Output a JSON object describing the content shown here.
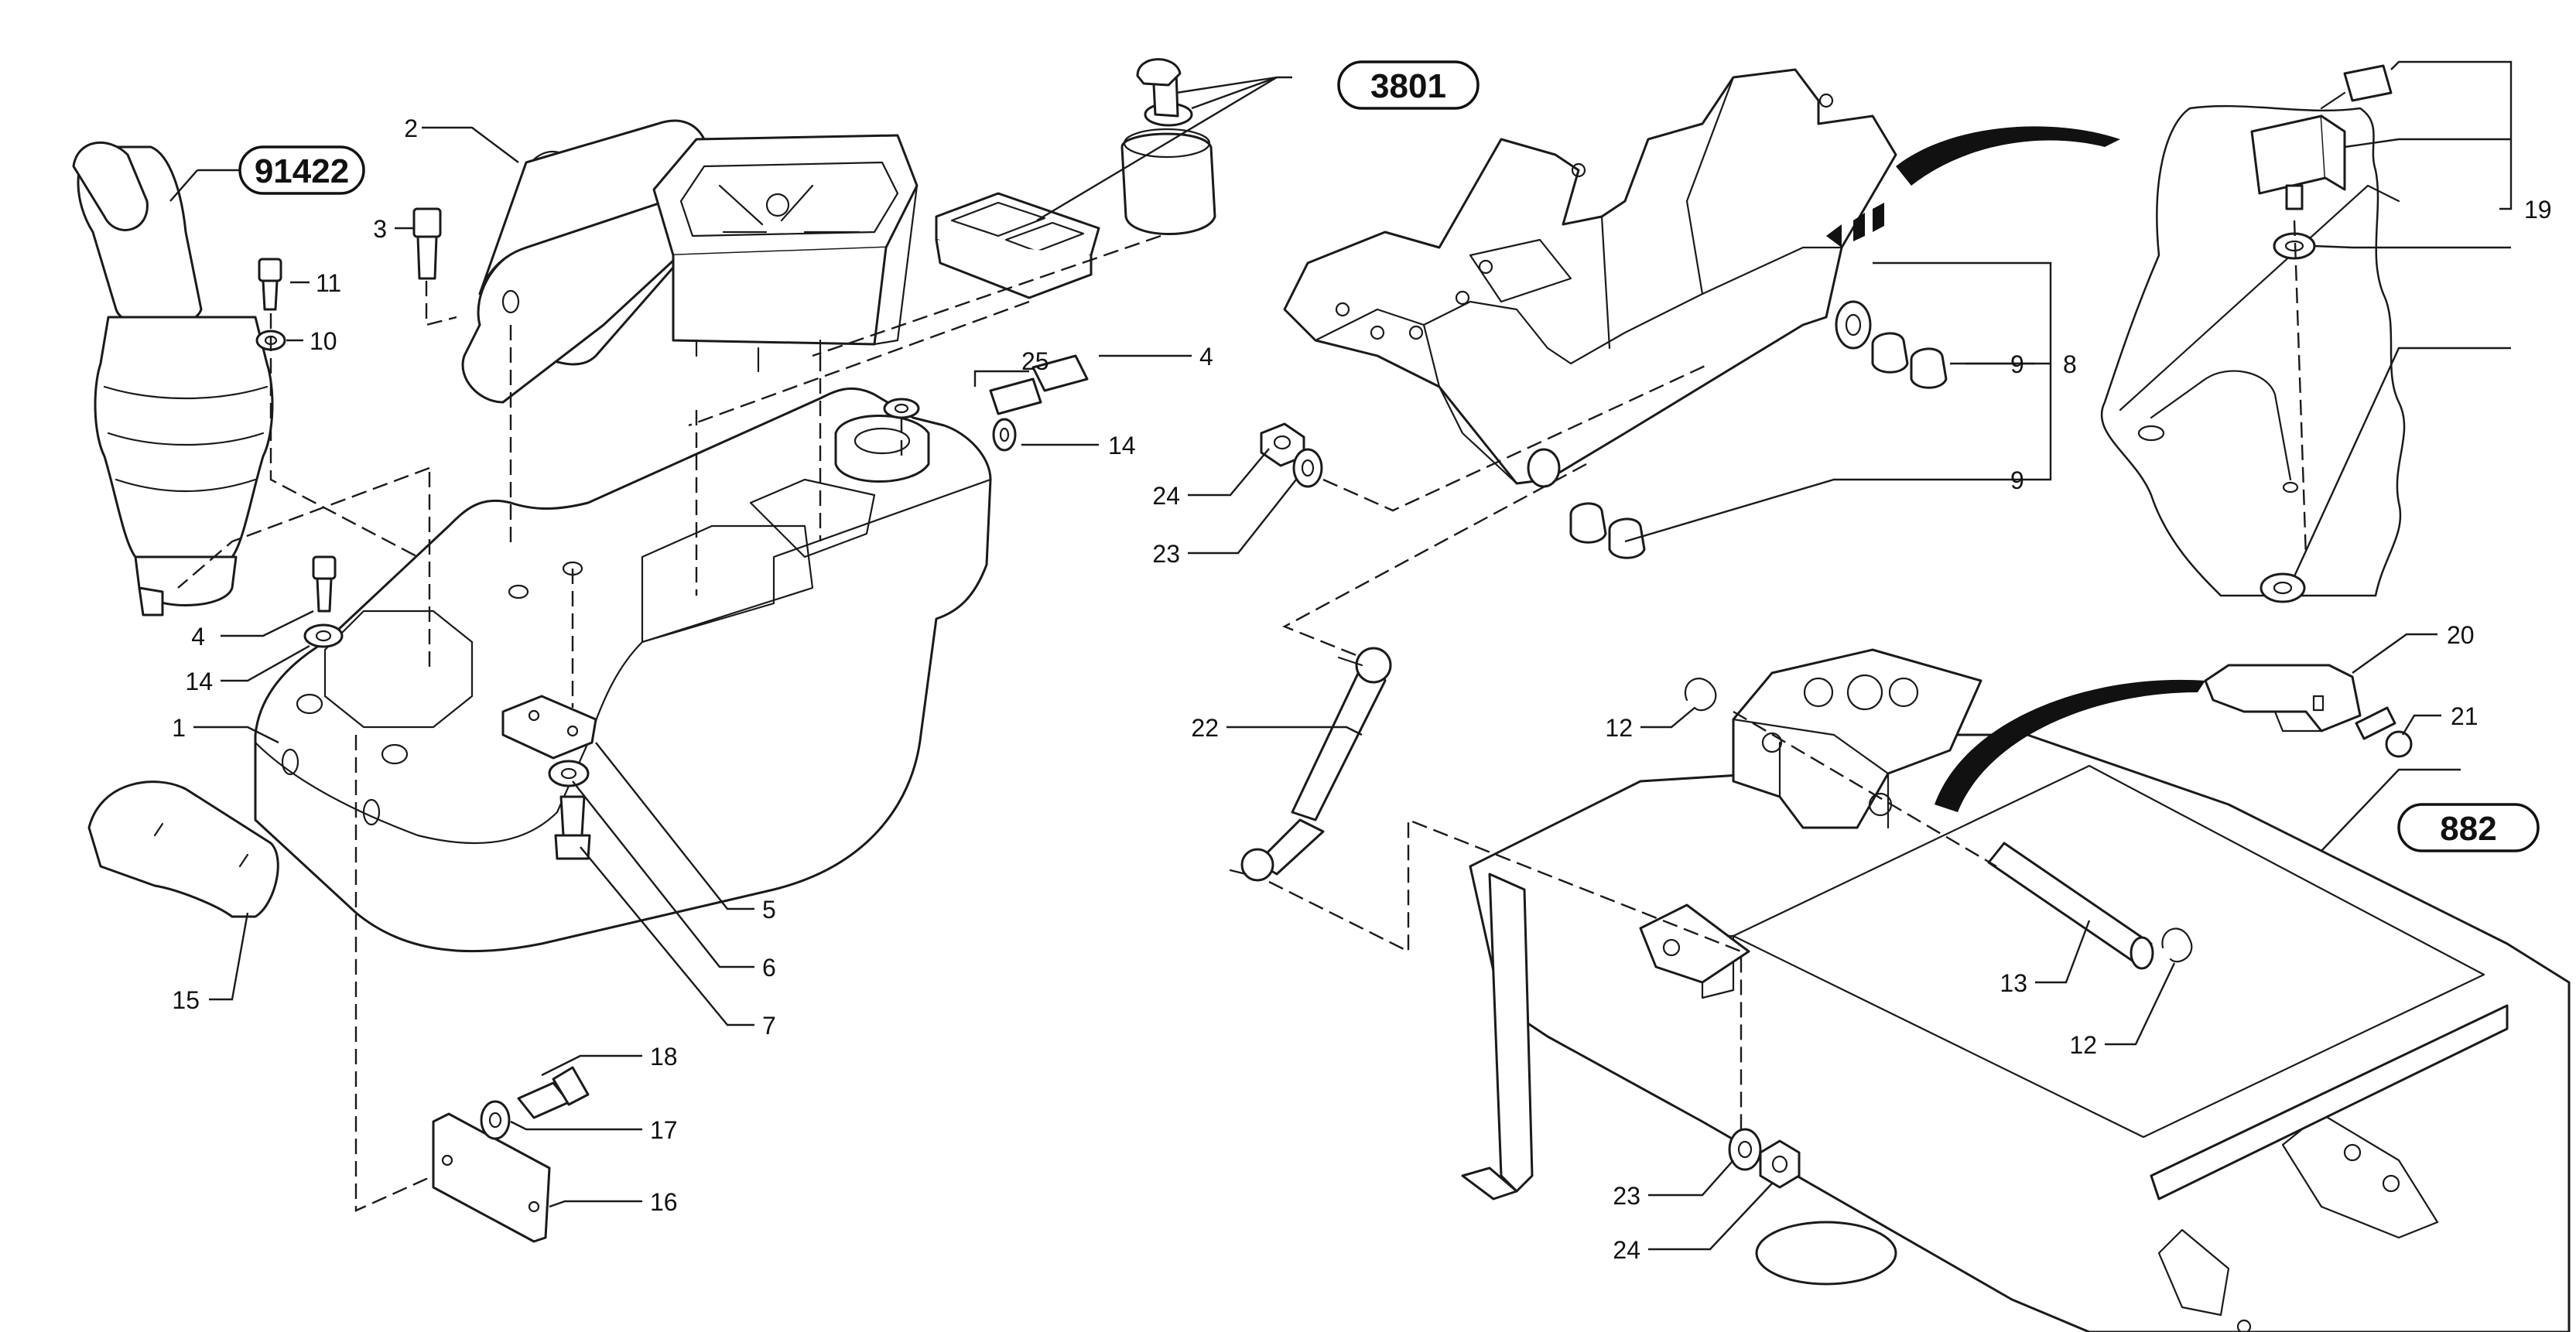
{
  "diagram": {
    "ref_labels": {
      "r91422": "91422",
      "r3801": "3801",
      "r882": "882"
    },
    "part_numbers": {
      "p1": "1",
      "p2": "2",
      "p3": "3",
      "p4a": "4",
      "p4b": "4",
      "p5": "5",
      "p6": "6",
      "p7": "7",
      "p8": "8",
      "p9a": "9",
      "p9b": "9",
      "p10": "10",
      "p11": "11",
      "p12a": "12",
      "p12b": "12",
      "p13": "13",
      "p14a": "14",
      "p14b": "14",
      "p15": "15",
      "p16": "16",
      "p17": "17",
      "p18": "18",
      "p19": "19",
      "p20": "20",
      "p21": "21",
      "p22": "22",
      "p23a": "23",
      "p23b": "23",
      "p24a": "24",
      "p24b": "24",
      "p25": "25"
    }
  }
}
